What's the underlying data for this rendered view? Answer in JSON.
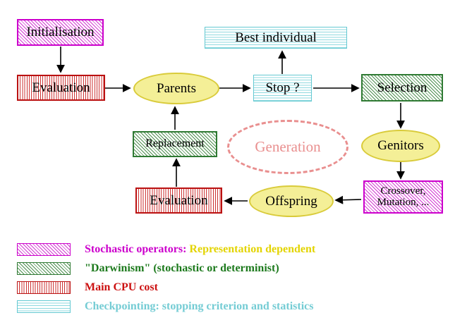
{
  "nodes": {
    "initialisation": "Initialisation",
    "best_individual": "Best individual",
    "evaluation_top": "Evaluation",
    "parents": "Parents",
    "stop": "Stop ?",
    "selection": "Selection",
    "replacement": "Replacement",
    "generation": "Generation",
    "genitors": "Genitors",
    "crossover_line1": "Crossover,",
    "crossover_line2": "Mutation, ...",
    "offspring": "Offspring",
    "evaluation_bottom": "Evaluation"
  },
  "edges": [
    {
      "from": "initialisation",
      "to": "evaluation_top"
    },
    {
      "from": "evaluation_top",
      "to": "parents"
    },
    {
      "from": "parents",
      "to": "stop"
    },
    {
      "from": "stop",
      "to": "best_individual"
    },
    {
      "from": "stop",
      "to": "selection"
    },
    {
      "from": "selection",
      "to": "genitors"
    },
    {
      "from": "genitors",
      "to": "crossover_mutation"
    },
    {
      "from": "crossover_mutation",
      "to": "offspring"
    },
    {
      "from": "offspring",
      "to": "evaluation_bottom"
    },
    {
      "from": "evaluation_bottom",
      "to": "replacement"
    },
    {
      "from": "replacement",
      "to": "parents"
    }
  ],
  "legend": {
    "stochastic_label": "Stochastic operators:",
    "stochastic_extra": "Representation dependent",
    "darwinism": "\"Darwinism\" (stochastic or determinist)",
    "cpu": "Main CPU cost",
    "checkpointing": "Checkpointing: stopping criterion and statistics"
  },
  "colors": {
    "magenta": "#cc00cc",
    "green": "#2f7a33",
    "red": "#cc1111",
    "cyan": "#74ccd4",
    "yellow_fill": "#f4ef97",
    "yellow_border": "#d9cb3a",
    "legend_yellow": "#e3d400",
    "generation_pink": "#e98f8f"
  }
}
